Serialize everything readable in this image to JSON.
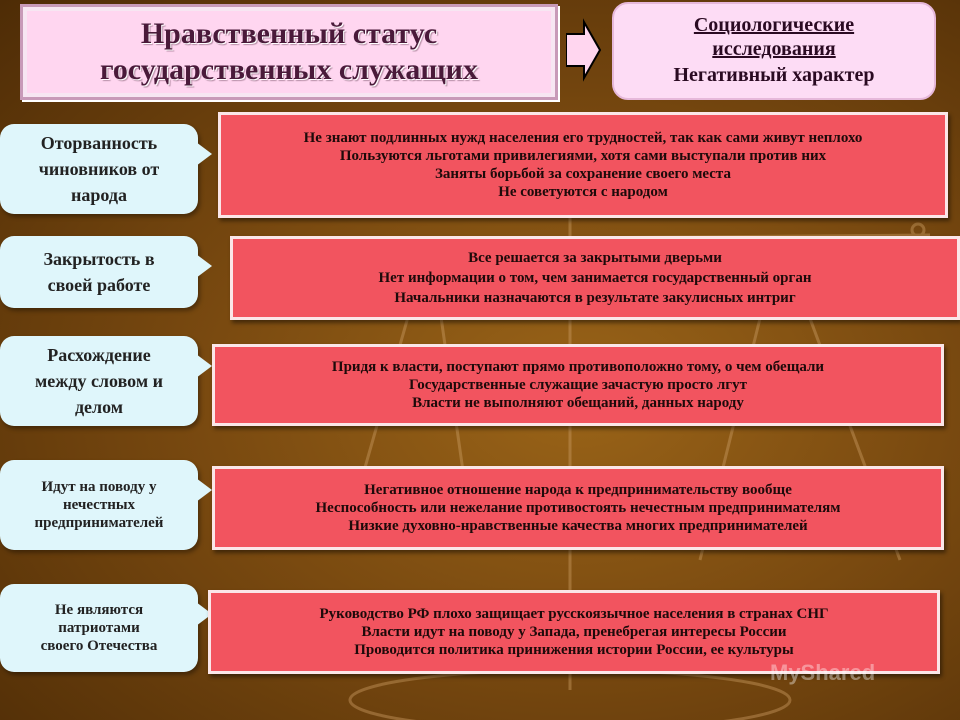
{
  "title": {
    "line1": "Нравственный статус",
    "line2": "государственных служащих"
  },
  "research": {
    "line1": "Социологические",
    "line2": "исследования",
    "line3": "Негативный характер"
  },
  "rows": [
    {
      "label": "Оторванность\nчиновников от\nнарода",
      "items": [
        "Не знают подлинных нужд населения его трудностей, так как сами живут неплохо",
        "Пользуются льготами привилегиями, хотя сами выступали против них",
        "Заняты борьбой за сохранение своего места",
        "Не советуются с народом"
      ]
    },
    {
      "label": "Закрытость в\nсвоей работе",
      "items": [
        "Все решается за закрытыми дверьми",
        "Нет информации о том, чем занимается государственный орган",
        "Начальники назначаются в результате закулисных интриг"
      ]
    },
    {
      "label": "Расхождение\nмежду словом и\nделом",
      "items": [
        "Придя к власти, поступают прямо противоположно тому, о чем обещали",
        "Государственные служащие зачастую просто лгут",
        "Власти не выполняют обещаний, данных народу"
      ]
    },
    {
      "label": "Идут на поводу у\nнечестных\nпредпринимателей",
      "items": [
        "Негативное отношение народа к предпринимательству вообще",
        "Неспособность или нежелание противостоять нечестным предпринимателям",
        "Низкие духовно-нравственные качества многих предпринимателей"
      ]
    },
    {
      "label": "Не являются\nпатриотами\nсвоего Отечества",
      "items": [
        "Руководство РФ плохо защищает русскоязычное населения в странах СНГ",
        "Власти идут на поводу у Запада, пренебрегая интересы России",
        "Проводится политика принижения истории России, ее культуры"
      ]
    }
  ],
  "watermark": "MyShared",
  "colors": {
    "title_bg": "#ffd6f0",
    "research_bg": "#fddcf5",
    "callout_bg": "#dff6fb",
    "box_red": "#f2545f",
    "background": "#7a4a10"
  }
}
